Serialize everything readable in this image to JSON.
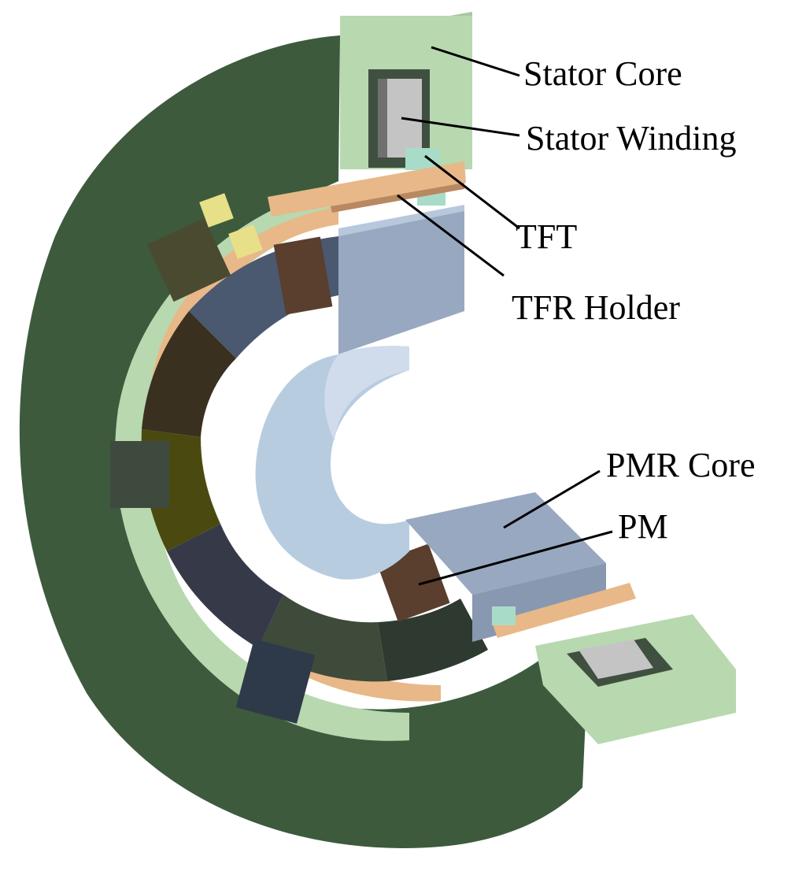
{
  "labels": {
    "stator_core": "Stator Core",
    "stator_winding": "Stator Winding",
    "tft": "TFT",
    "tfr_holder": "TFR Holder",
    "pmr_core": "PMR Core",
    "pm": "PM"
  },
  "colors": {
    "stator_outer": "#3d5a3d",
    "stator_face": "#b8d8b0",
    "winding": "#c4c4c4",
    "winding_shadow": "#707070",
    "tft": "#a8dcc8",
    "tfr_holder": "#e8b888",
    "pmr_core": "#98a8c0",
    "bore": "#b8cce0",
    "pm_dark": "#5a3e2e",
    "pm_olive": "#4a4a10"
  }
}
